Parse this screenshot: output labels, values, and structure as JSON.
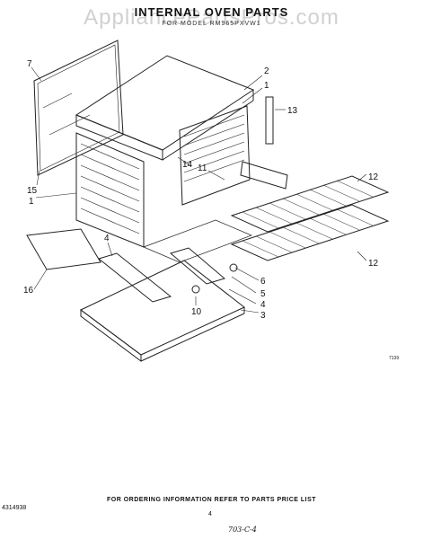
{
  "title": "INTERNAL OVEN PARTS",
  "watermark": "AppliancePartsPros.com",
  "model": "FOR MODEL RM965PXVW1",
  "callouts": [
    "7",
    "2",
    "1",
    "13",
    "15",
    "1",
    "14",
    "11",
    "12",
    "12",
    "4",
    "16",
    "6",
    "5",
    "4",
    "3",
    "10"
  ],
  "fig_code": "7139",
  "footer_note": "FOR ORDERING INFORMATION REFER TO PARTS PRICE LIST",
  "doc_number": "4314938",
  "page_number": "4",
  "handwritten": "703-C-4"
}
